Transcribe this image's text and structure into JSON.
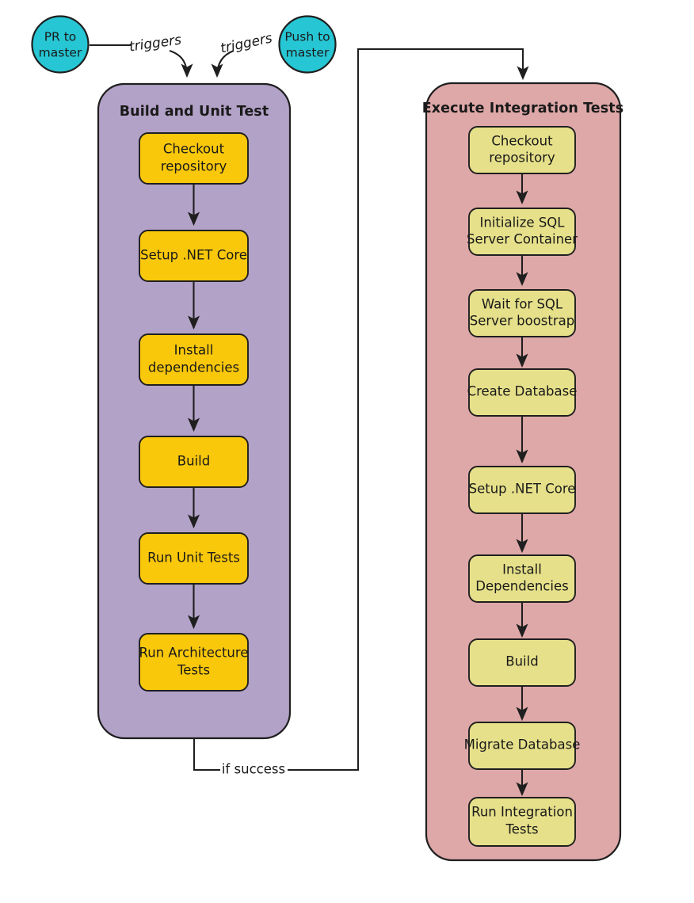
{
  "diagram": {
    "title": "CI/CD pipeline flowchart",
    "colors": {
      "trigger_fill": "#26c6d4",
      "build_container_fill": "#b3a2c7",
      "build_node_fill": "#fac80b",
      "integration_container_fill": "#dfa8a8",
      "integration_node_fill": "#e6e08a",
      "stroke": "#1f1f1f",
      "background": "#ffffff"
    },
    "triggers": [
      {
        "id": "pr-to-master",
        "line1": "PR to",
        "line2": "master",
        "edge_label": "triggers"
      },
      {
        "id": "push-to-master",
        "line1": "Push to",
        "line2": "master",
        "edge_label": "triggers"
      }
    ],
    "edges": {
      "trigger_left_label": "triggers",
      "trigger_right_label": "triggers",
      "success_label": "if success"
    },
    "stages": [
      {
        "id": "build-and-unit-test",
        "title": "Build and Unit Test",
        "steps": [
          {
            "id": "checkout-repository",
            "line1": "Checkout",
            "line2": "repository"
          },
          {
            "id": "setup-dotnet-core",
            "line1": "Setup .NET Core",
            "line2": ""
          },
          {
            "id": "install-dependencies",
            "line1": "Install",
            "line2": "dependencies"
          },
          {
            "id": "build",
            "line1": "Build",
            "line2": ""
          },
          {
            "id": "run-unit-tests",
            "line1": "Run Unit Tests",
            "line2": ""
          },
          {
            "id": "run-architecture-tests",
            "line1": "Run Architecture",
            "line2": "Tests"
          }
        ]
      },
      {
        "id": "execute-integration-tests",
        "title": "Execute Integration Tests",
        "steps": [
          {
            "id": "checkout-repository",
            "line1": "Checkout",
            "line2": "repository"
          },
          {
            "id": "initialize-sql-server-container",
            "line1": "Initialize SQL",
            "line2": "Server Container"
          },
          {
            "id": "wait-for-sql-server-boostrap",
            "line1": "Wait for SQL",
            "line2": "Server boostrap"
          },
          {
            "id": "create-database",
            "line1": "Create Database",
            "line2": ""
          },
          {
            "id": "setup-dotnet-core",
            "line1": "Setup .NET Core",
            "line2": ""
          },
          {
            "id": "install-dependencies",
            "line1": "Install",
            "line2": "Dependencies"
          },
          {
            "id": "build",
            "line1": "Build",
            "line2": ""
          },
          {
            "id": "migrate-database",
            "line1": "Migrate Database",
            "line2": ""
          },
          {
            "id": "run-integration-tests",
            "line1": "Run Integration",
            "line2": "Tests"
          }
        ]
      }
    ]
  }
}
